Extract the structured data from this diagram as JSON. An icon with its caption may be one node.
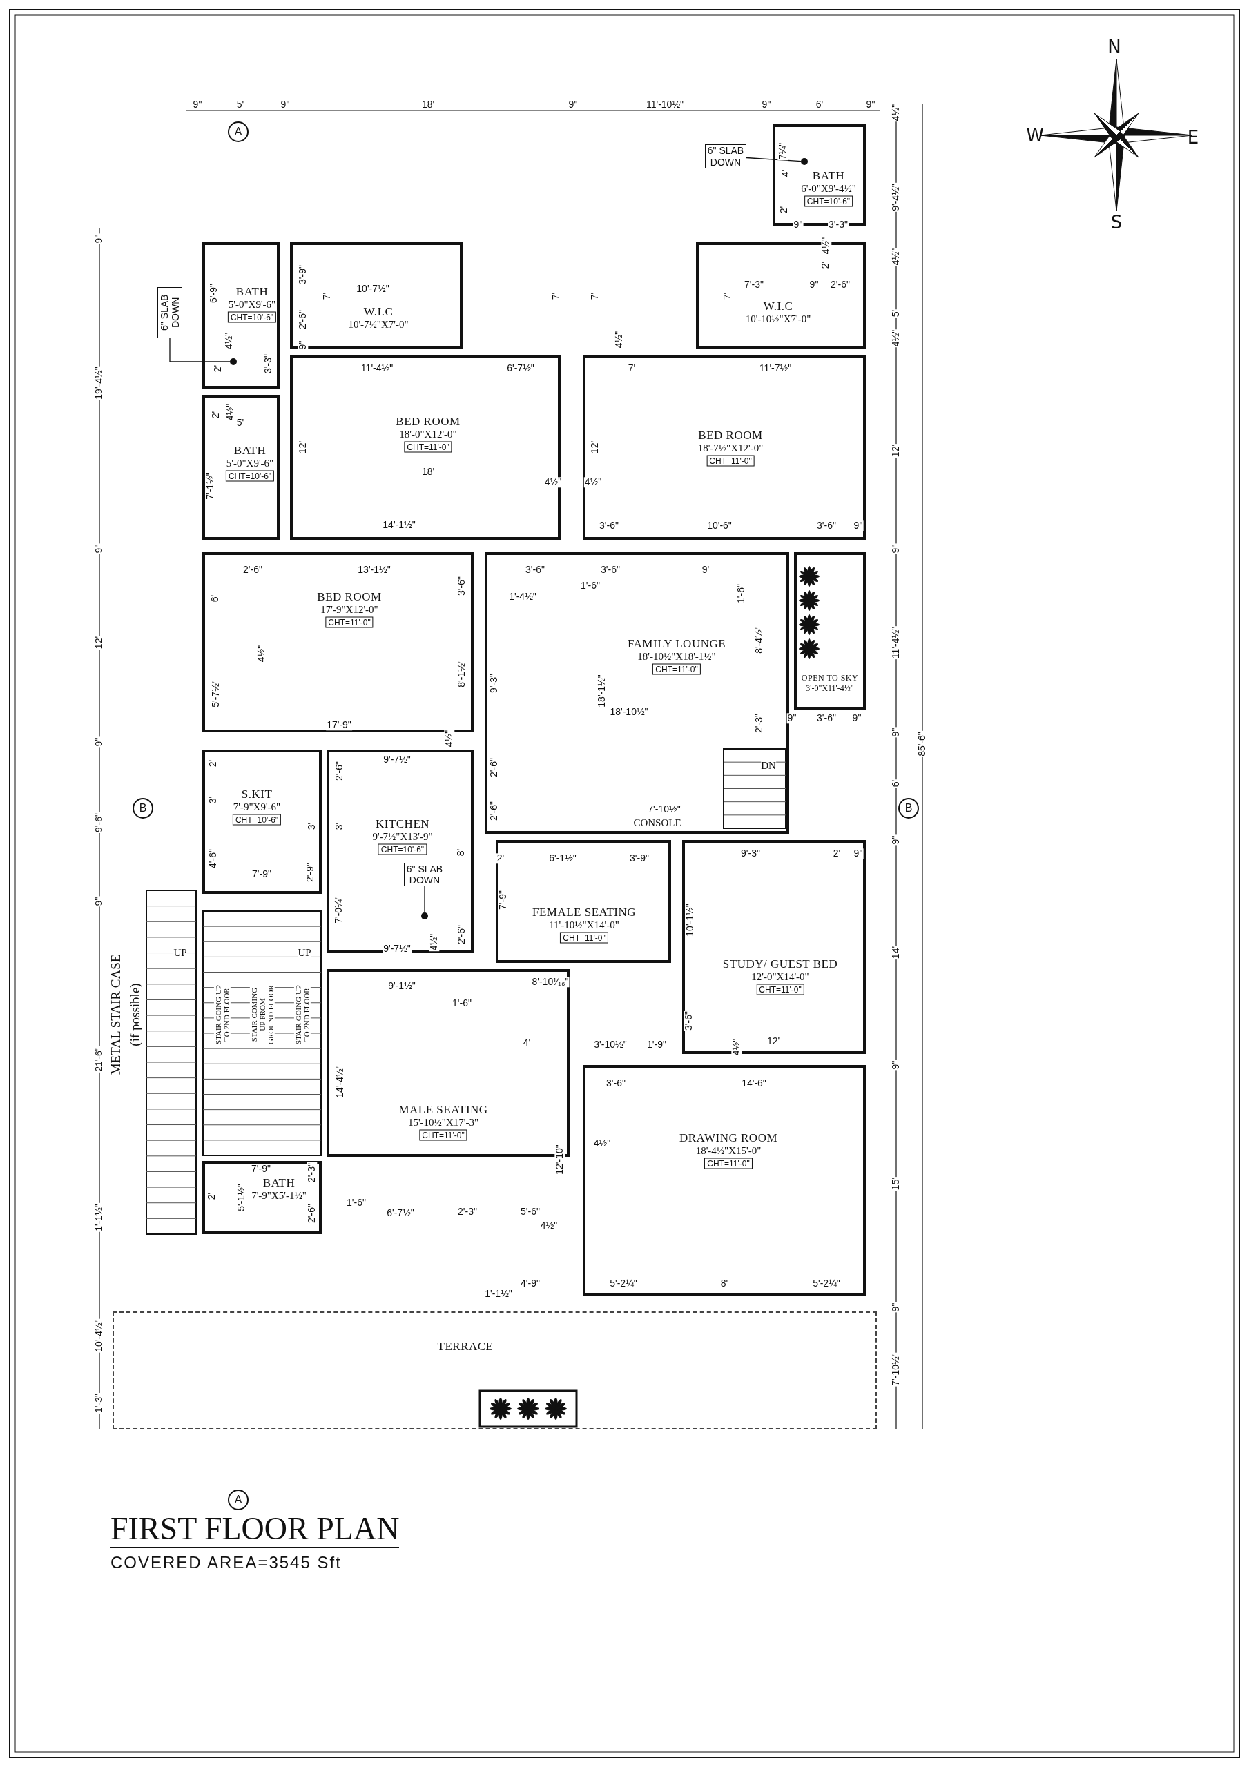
{
  "diagram": {
    "title": "FIRST FLOOR PLAN",
    "caption": "COVERED AREA=3545 Sft",
    "nodes": [
      {
        "text": [
          "BATH",
          "6'-0\"X9'-4½\"",
          "CHT=10'-6\""
        ]
      },
      {
        "text": [
          "6\" SLAB DOWN"
        ]
      },
      {
        "text": [],
        "shape": "circle",
        "in": 0
      },
      {
        "text": [
          "BATH",
          "5'-0\"X9'-6\"",
          "CHT=10'-6\""
        ]
      },
      {
        "text": [
          "W.I.C",
          "10'-7½\"X7'-0\""
        ]
      },
      {
        "text": [
          "W.I.C",
          "10'-10½\"X7'-0\""
        ]
      },
      {
        "text": [
          "6\" SLAB DOWN"
        ]
      },
      {
        "text": [],
        "shape": "circle",
        "in": 3
      },
      {
        "text": [
          "BED ROOM",
          "18'-0\"X12'-0\"",
          "CHT=11'-0\""
        ]
      },
      {
        "text": [
          "BED ROOM",
          "18'-7½\"X12'-0\"",
          "CHT=11'-0\""
        ]
      },
      {
        "text": [
          "BATH",
          "5'-0\"X9'-6\"",
          "CHT=10'-6\""
        ]
      },
      {
        "text": [
          "BED ROOM",
          "17'-9\"X12'-0\"",
          "CHT=11'-0\""
        ]
      },
      {
        "text": [
          "FAMILY LOUNGE",
          "18'-10½\"X18'-1½\"",
          "CHT=11'-0\""
        ]
      },
      {
        "text": [
          "OPEN TO SKY",
          "3'-0\"X11'-4½\""
        ]
      },
      {
        "text": [
          "S.KIT",
          "7'-9\"X9'-6\"",
          "CHT=10'-6\""
        ]
      },
      {
        "text": [
          "KITCHEN",
          "9'-7½\"X13'-9\"",
          "CHT=10'-6\""
        ]
      },
      {
        "text": [
          "6\" SLAB DOWN"
        ],
        "in": 15
      },
      {
        "text": [],
        "shape": "circle",
        "in": 15
      },
      {
        "text": [
          "FEMALE SEATING",
          "11'-10½\"X14'-0\"",
          "CHT=11'-0\""
        ]
      },
      {
        "text": [
          "STUDY/ GUEST BED",
          "12'-0\"X14'-0\"",
          "CHT=11'-0\""
        ]
      },
      {
        "text": [
          "MALE SEATING",
          "15'-10½\"X17'-3\"",
          "CHT=11'-0\""
        ]
      },
      {
        "text": [
          "DRAWING ROOM",
          "18'-4½\"X15'-0\"",
          "CHT=11'-0\""
        ]
      },
      {
        "text": [
          "BATH",
          "7'-9\"X5'-1½\""
        ]
      },
      {
        "text": [
          "TERRACE"
        ]
      }
    ],
    "edges": [
      {
        "from": 1,
        "to": 2,
        "arrow": "none"
      },
      {
        "from": 6,
        "to": 7,
        "arrow": "none"
      },
      {
        "from": 16,
        "to": 17,
        "arrow": "none"
      }
    ],
    "labels": [
      "N",
      "W",
      "E",
      "S",
      "A",
      "9\"",
      "5'",
      "9\"",
      "18'",
      "9\"",
      "11'-10½\"",
      "9\"",
      "6'",
      "9\"",
      "4½\"",
      "9'-4½\"",
      "4½\"",
      "5'",
      "4½\"",
      "12'",
      "9\"",
      "11'-4½\"",
      "9\"",
      "6'",
      "9\"",
      "14'",
      "9\"",
      "15'",
      "9\"",
      "7'-10½\"",
      "85'-6\"",
      "9\"",
      "19'-4½\"",
      "9\"",
      "12'",
      "9\"",
      "9'-6\"",
      "9\"",
      "21'-6\"",
      "1'-1½\"",
      "10'-4½\"",
      "1'-3\"",
      "6'-9\"",
      "3'-9\"",
      "10'-7½\"",
      "7'",
      "2'-6\"",
      "9\"",
      "4½\"",
      "2'",
      "3'-3\"",
      "11'-4½\"",
      "6'-7½\"",
      "2'",
      "4½\"",
      "5'",
      "12'",
      "18'",
      "7'-1½\"",
      "14'-1½\"",
      "7¼\"",
      "4'",
      "2'",
      "9\"",
      "3'-3\"",
      "4½\"",
      "2'",
      "7'",
      "7'",
      "4½\"",
      "7'-3\"",
      "9\"",
      "2'-6\"",
      "7'",
      "7'",
      "11'-7½\"",
      "12'",
      "4½\"",
      "4½\"",
      "3'-6\"",
      "10'-6\"",
      "3'-6\"",
      "9\"",
      "6'",
      "2'-6\"",
      "13'-1½\"",
      "3'-6\"",
      "1'-4½\"",
      "4½\"",
      "5'-7½\"",
      "8'-1½\"",
      "9'-3\"",
      "17'-9\"",
      "4½\"",
      "2'",
      "9'-7½\"",
      "2'-6\"",
      "2'-6\"",
      "3'",
      "2'-6\"",
      "3'",
      "3'",
      "4'-6\"",
      "7'-9\"",
      "2'-9\"",
      "8'",
      "2'",
      "7'-0¼\"",
      "7'-9\"",
      "4½\"",
      "2'-6\"",
      "9'-7½\"",
      "9'-1½\"",
      "1'-6\"",
      "3'-6\"",
      "3'-6\"",
      "9'",
      "1'-6\"",
      "1'-6\"",
      "8'-4½\"",
      "18'-1½\"",
      "18'-10½\"",
      "2'-3\"",
      "9\"",
      "3'-6\"",
      "9\"",
      "DN",
      "7'-10½\"",
      "CONSOLE",
      "6'-1½\"",
      "3'-9\"",
      "9'-3\"",
      "2'",
      "9\"",
      "10'-1½\"",
      "8'-10¹⁄₁₆\"",
      "3'-6\"",
      "14'-4½\"",
      "7'-9\"",
      "2'-3\"",
      "2'",
      "5'-1½\"",
      "2'-6\"",
      "1'-6\"",
      "6'-7½\"",
      "2'-3\"",
      "1'-1½\"",
      "4'",
      "3'-10½\"",
      "1'-9\"",
      "4½\"",
      "12'",
      "3'-6\"",
      "14'-6\"",
      "4½\"",
      "12'-10\"",
      "5'-6\"",
      "4½\"",
      "4'-9\"",
      "5'-2¼\"",
      "8'",
      "5'-2¼\"",
      "B",
      "B",
      "A",
      "UP",
      "UP",
      "STAIR GOING UP TO 2ND FLOOR",
      "STAIR COMING UP FROM GROUND FLOOR",
      "STAIR GOING UP TO 2ND FLOOR",
      "METAL STAIR CASE",
      "(if possible)"
    ]
  }
}
